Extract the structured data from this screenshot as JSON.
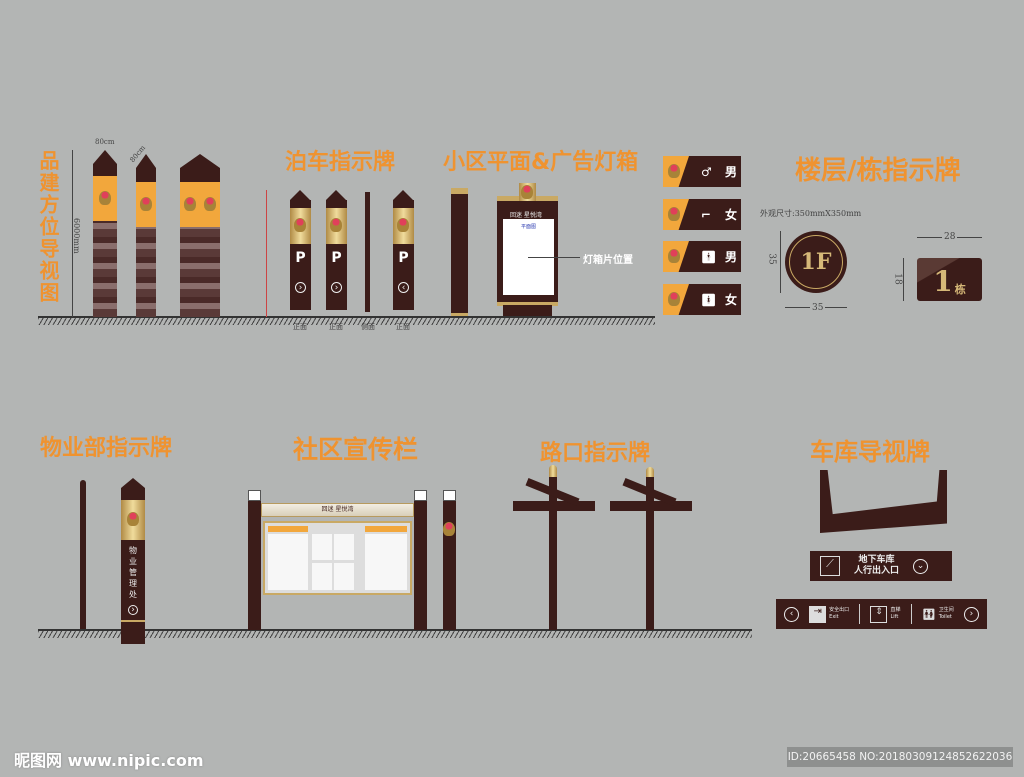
{
  "titles": {
    "building": "品建方位导视图",
    "parking": "泊车指示牌",
    "lightbox": "小区平面&广告灯箱",
    "floor": "楼层/栋指示牌",
    "property": "物业部指示牌",
    "board": "社区宣传栏",
    "road": "路口指示牌",
    "garage": "车库导视牌"
  },
  "building": {
    "width_dim": "80cm",
    "depth_dim": "80cm",
    "height_dim": "6000mm"
  },
  "parking": {
    "p_symbol": "P",
    "arrow_right": "›",
    "arrow_left": "‹",
    "views": [
      "正面",
      "正面",
      "侧面",
      "正面"
    ]
  },
  "lightbox": {
    "header": "回迷 星悦湾",
    "panel_title": "平面图",
    "panel_label": "灯箱片位置"
  },
  "restroom": {
    "labels": [
      "男",
      "女",
      "男",
      "女"
    ],
    "icons": [
      "pipe-icon",
      "high-heel-icon",
      "man-icon",
      "woman-icon"
    ]
  },
  "floor": {
    "size_note": "外观尺寸:350mmX350mm",
    "circle_text": "1F",
    "circle_h": "35",
    "circle_w": "35",
    "building_num": "1",
    "building_unit": "栋",
    "rect_w": "28",
    "rect_h": "18"
  },
  "property": {
    "sign_text": "物业管理处"
  },
  "board": {
    "header": "回迷 星悦湾"
  },
  "garage": {
    "line1": "地下车库",
    "line2": "人行出入口",
    "exit_cn": "安全出口",
    "exit_en": "Exit",
    "lift_cn": "直梯",
    "lift_en": "Lift",
    "toilet_cn": "卫生间",
    "toilet_en": "Toilet"
  },
  "footer": {
    "watermark": "昵图网 www.nipic.com",
    "id": "ID:20665458 NO:20180309124852622036"
  },
  "colors": {
    "brown": "#3b1c19",
    "orange": "#ef9330",
    "background": "#b3b5b4"
  }
}
